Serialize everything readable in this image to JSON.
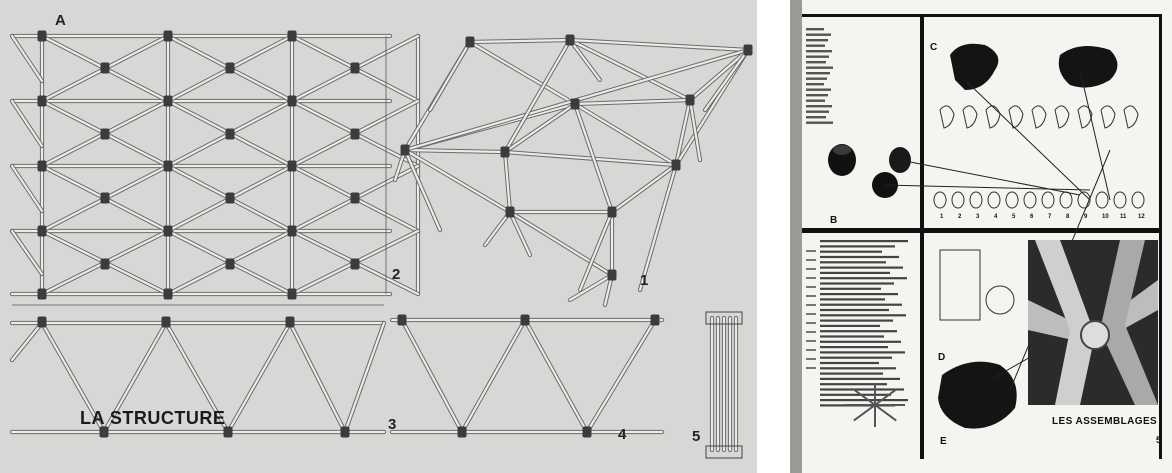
{
  "left_plate": {
    "label_a": "A",
    "label_1": "1",
    "label_2": "2",
    "label_3": "3",
    "label_4": "4",
    "label_5": "5",
    "title": "LA STRUCTURE"
  },
  "right_page": {
    "label_b": "B",
    "label_c": "C",
    "label_d": "D",
    "label_e": "E",
    "title": "LES ASSEMBLAGES",
    "page_number": "5",
    "piece_numbers": [
      "1",
      "2",
      "3",
      "4",
      "5",
      "6",
      "7",
      "8",
      "9",
      "10",
      "11",
      "12"
    ]
  },
  "colors": {
    "plate_background": "#d7d7d5",
    "page_background": "#f4f4f1",
    "ink": "#1a1a1a"
  }
}
